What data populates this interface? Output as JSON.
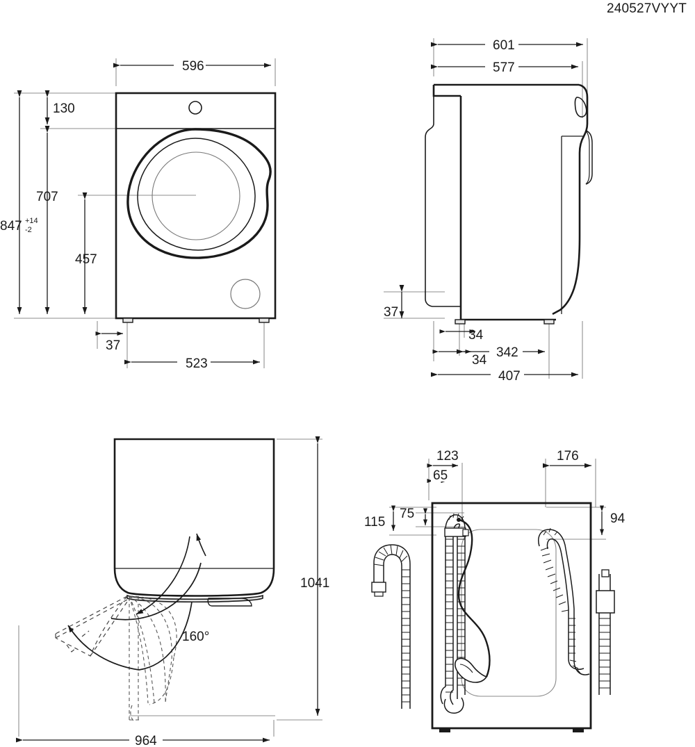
{
  "document": {
    "type": "technical-dimension-drawing",
    "product": "front-load washing machine",
    "drawing_code": "240527VYYT",
    "units": "mm"
  },
  "views": {
    "front": {
      "name": "front-view",
      "dimensions": {
        "width_overall": "596",
        "height_overall": "847",
        "height_tolerance_plus": "+14",
        "height_tolerance_minus": "-2",
        "panel_height": "130",
        "body_to_door_top": "707",
        "door_centre_height": "457",
        "foot_inset_left": "37",
        "foot_spacing": "523"
      }
    },
    "side": {
      "name": "side-view",
      "dimensions": {
        "depth_overall": "601",
        "depth_body": "577",
        "plinth_height": "37",
        "foot_inset_front": "34",
        "foot_inset_rear": "34",
        "foot_spacing": "342",
        "depth_base": "407"
      }
    },
    "door_open": {
      "name": "door-open-top-view",
      "dimensions": {
        "depth_with_door": "1041",
        "width_with_door_open": "964",
        "door_opening_angle": "160°"
      }
    },
    "rear": {
      "name": "rear-view",
      "dimensions": {
        "inlet_offset_outer": "123",
        "inlet_offset_inner": "65",
        "drain_offset": "176",
        "drain_height_outer": "115",
        "drain_height_inner": "75",
        "inlet_height_right": "94"
      }
    }
  },
  "style": {
    "line_color": "#1a1a1a",
    "thin_line_color": "#555555",
    "background": "#ffffff"
  }
}
